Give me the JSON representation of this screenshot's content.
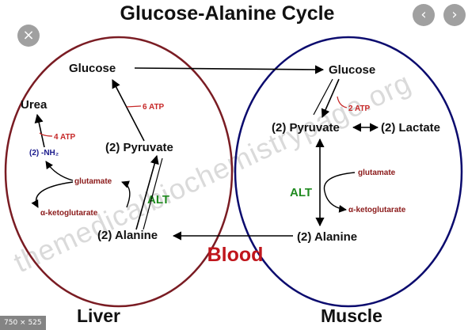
{
  "diagram": {
    "title": "Glucose-Alanine Cycle",
    "watermark": "themedicalbiochemistrypage.org",
    "blood_label": "Blood",
    "liver": {
      "label": "Liver",
      "glucose": "Glucose",
      "atp_6": "6 ATP",
      "urea": "Urea",
      "atp_4": "4 ATP",
      "nh2": "(2) -NH₂",
      "pyruvate": "(2) Pyruvate",
      "glutamate": "glutamate",
      "alt": "ALT",
      "ketoglutarate": "α-ketoglutarate",
      "alanine": "(2) Alanine"
    },
    "muscle": {
      "label": "Muscle",
      "glucose": "Glucose",
      "atp_2": "2 ATP",
      "pyruvate": "(2) Pyruvate",
      "lactate": "(2) Lactate",
      "alt": "ALT",
      "glutamate": "glutamate",
      "ketoglutarate": "α-ketoglutarate",
      "alanine": "(2) Alanine"
    },
    "colors": {
      "liver_outline": "#7a1c23",
      "muscle_outline": "#0b0b6e",
      "atp_red": "#c62828",
      "metabolite_red": "#8b1a1a",
      "alt_green": "#1f8a1f",
      "nh2_blue": "#1a1a8c",
      "blood_red": "#c0161c"
    }
  },
  "ui": {
    "close_glyph": "×",
    "prev_glyph": "‹",
    "next_glyph": "›",
    "size_badge": "750 × 525"
  }
}
